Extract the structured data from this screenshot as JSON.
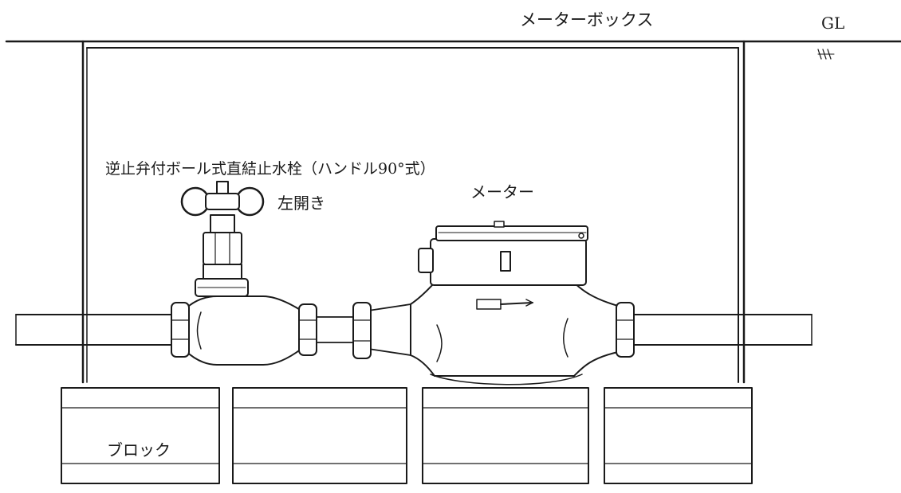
{
  "labels": {
    "meter_box": "メーターボックス",
    "ground_level": "GL",
    "valve": "逆止弁付ボール式直結止水栓（ハンドル90°式）",
    "left_open": "左開き",
    "meter": "メーター",
    "block": "ブロック"
  }
}
